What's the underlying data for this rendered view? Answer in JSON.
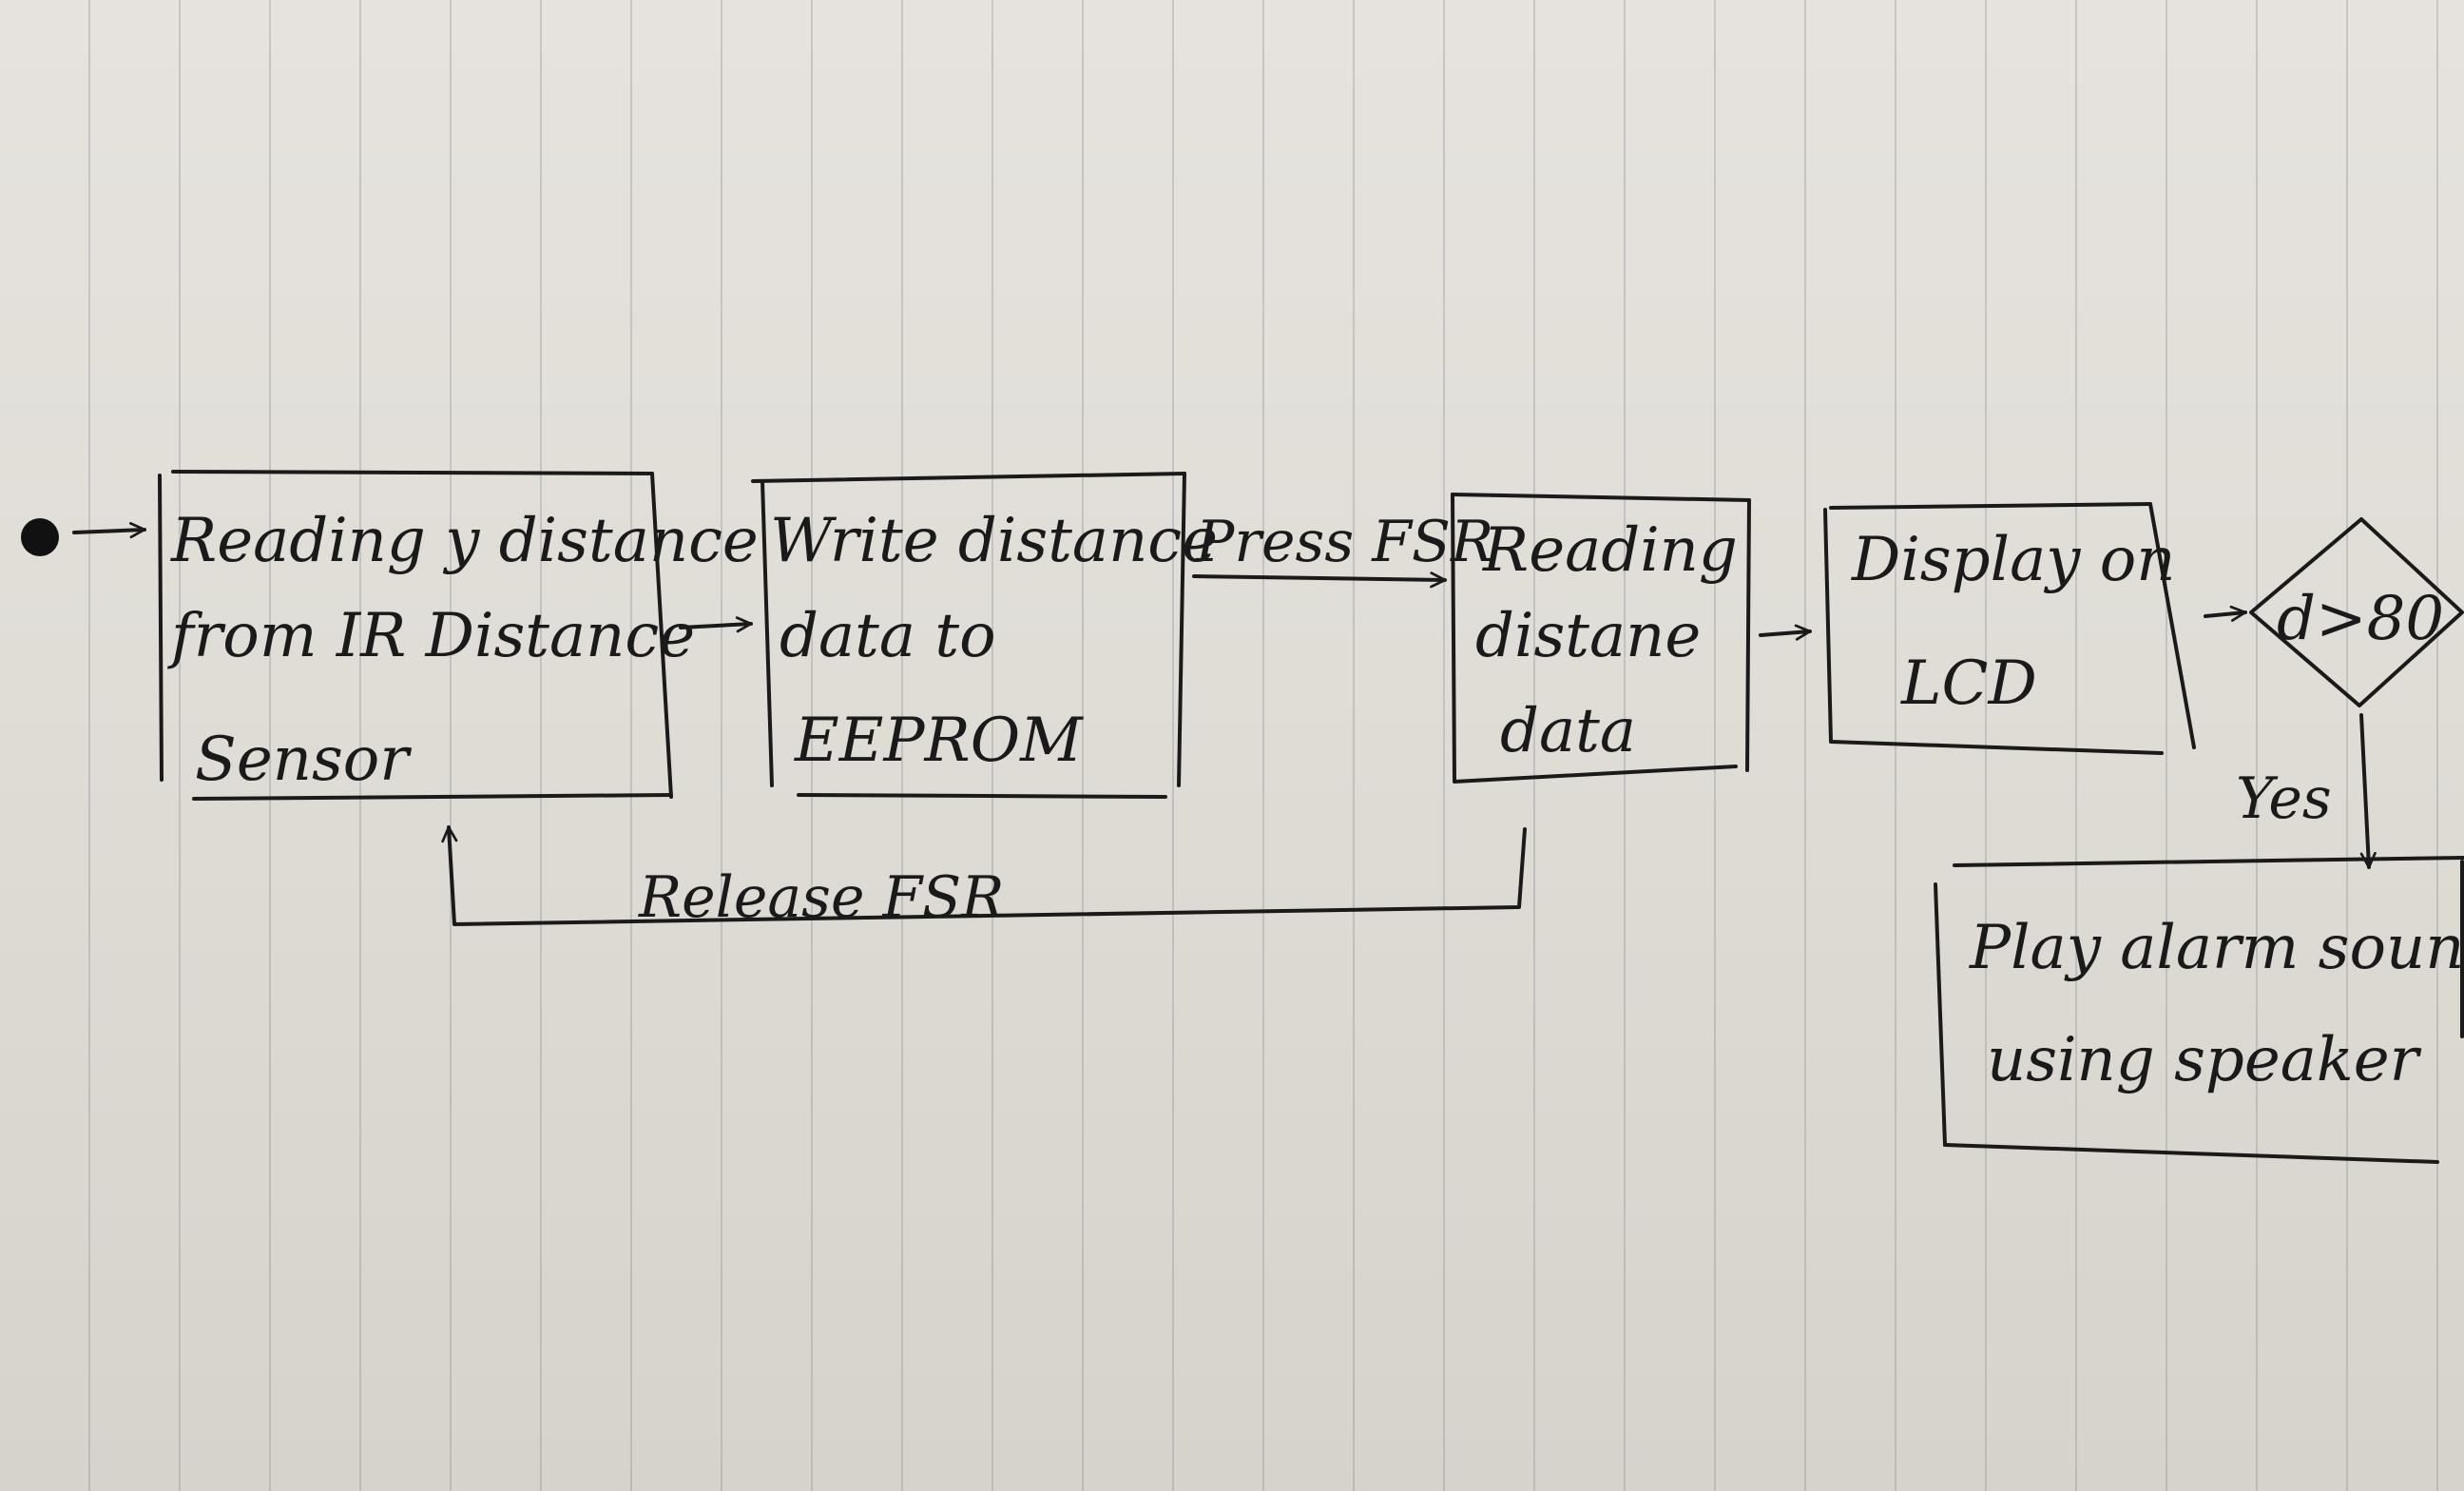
{
  "nodes": {
    "read_sensor": {
      "line1": "Reading y distance",
      "line2": "from IR Distance",
      "line3": "Sensor"
    },
    "write_eeprom": {
      "line1": "Write distance",
      "line2": "data to",
      "line3": "EEPROM"
    },
    "read_data": {
      "line1": "Reading",
      "line2": "distane",
      "line3": "data"
    },
    "display_lcd": {
      "line1": "Display on",
      "line2": "LCD"
    },
    "decision": {
      "label": "d>80"
    },
    "alarm": {
      "line1": "Play alarm sounds",
      "line2": "using speaker"
    }
  },
  "edges": {
    "press_fsr": "Press FSR",
    "release_fsr": "Release FSR",
    "yes": "Yes"
  }
}
